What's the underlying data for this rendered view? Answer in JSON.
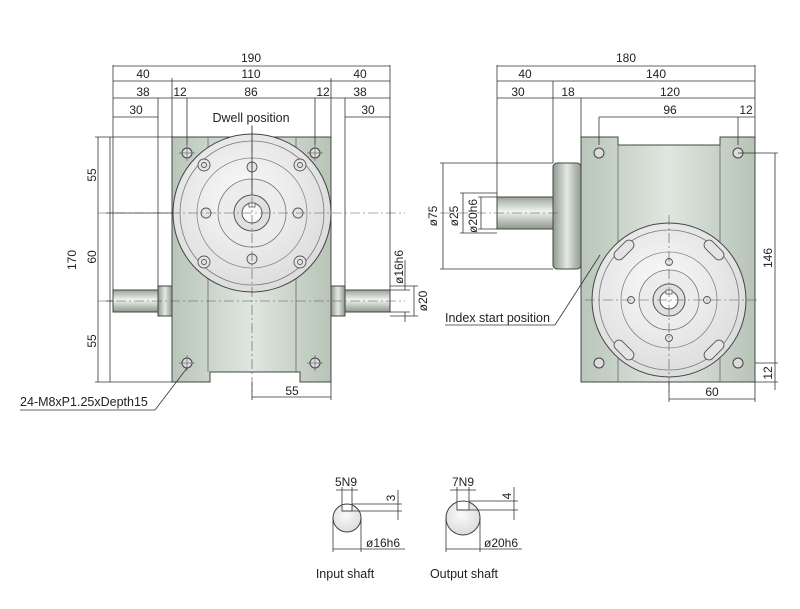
{
  "front_view": {
    "dims": {
      "overall_width": "190",
      "left_shaft": "40",
      "body_width": "110",
      "right_shaft": "40",
      "left_38": "38",
      "flange_12_left": "12",
      "bolt_86": "86",
      "flange_12_right": "12",
      "right_38": "38",
      "left_30": "30",
      "right_30": "30",
      "height_170": "170",
      "top_55": "55",
      "mid_60": "60",
      "bottom_55": "55",
      "shaft_dia": "ø16h6",
      "ref_dia": "ø20",
      "bottom_55_width": "55"
    },
    "labels": {
      "dwell": "Dwell position",
      "thread_note": "24-M8xP1.25xDepth15"
    }
  },
  "side_view": {
    "dims": {
      "overall_width": "180",
      "shaft_40": "40",
      "body_140": "140",
      "shaft_30": "30",
      "d18": "18",
      "d120": "120",
      "d96": "96",
      "d12_top": "12",
      "dia75": "ø75",
      "dia25": "ø25",
      "dia20": "ø20h6",
      "h146": "146",
      "h12_bottom": "12",
      "w60": "60"
    },
    "labels": {
      "index_start": "Index start position"
    }
  },
  "shaft_details": {
    "input": {
      "key": "5N9",
      "depth": "3",
      "dia": "ø16h6",
      "caption": "Input shaft"
    },
    "output": {
      "key": "7N9",
      "depth": "4",
      "dia": "ø20h6",
      "caption": "Output shaft"
    }
  },
  "colors": {
    "body_fill": "#cfd8cf",
    "face_fill": "#f2f2f2",
    "line": "#333333"
  }
}
